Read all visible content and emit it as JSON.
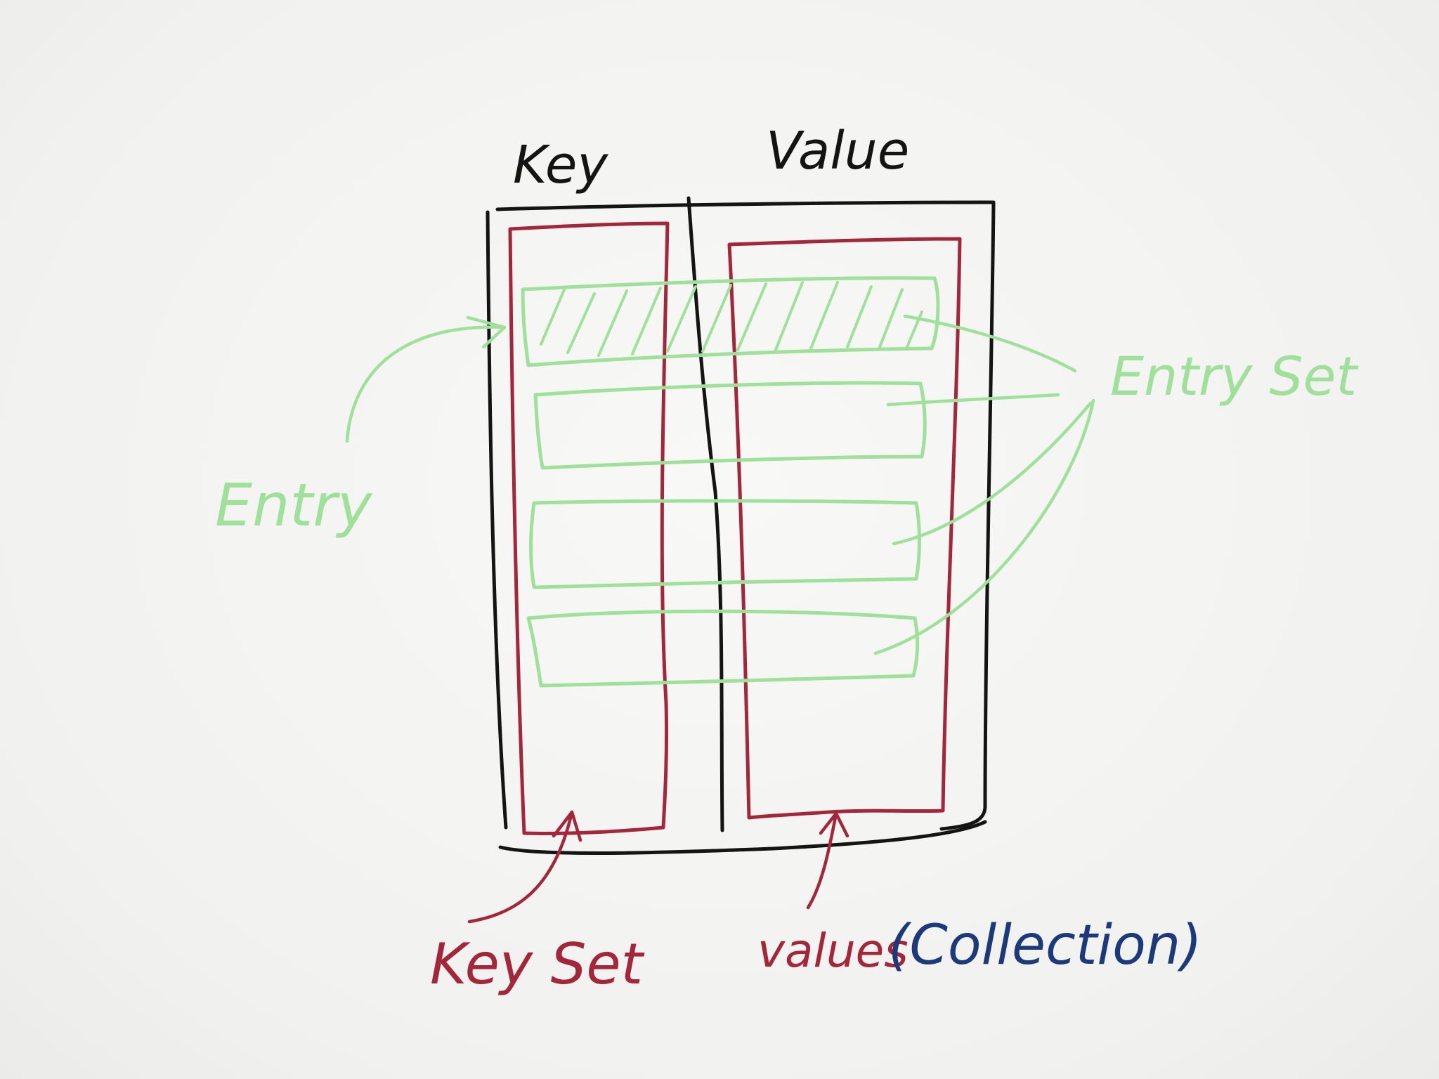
{
  "diagram": {
    "columns": {
      "key_header": "Key",
      "value_header": "Value"
    },
    "labels": {
      "entry": "Entry",
      "entry_set": "Entry Set",
      "key_set": "Key Set",
      "values": "values",
      "collection": "(Collection)"
    },
    "colors": {
      "ink": "#141414",
      "key_set_red": "#a3263a",
      "entry_green": "#9fe09a",
      "collection_blue": "#1c3a7a"
    }
  }
}
